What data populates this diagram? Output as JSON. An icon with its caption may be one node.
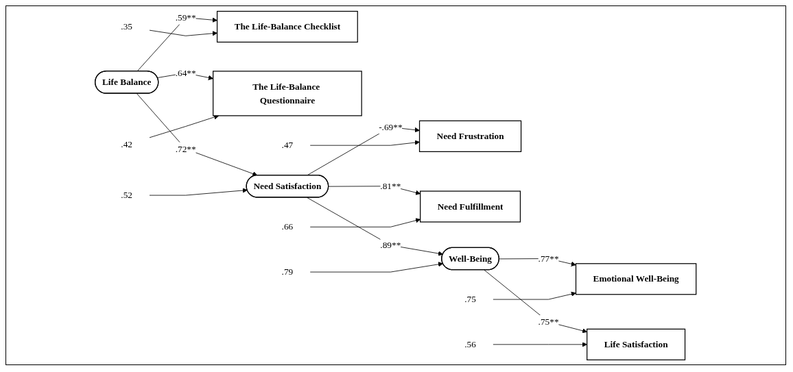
{
  "diagram": {
    "nodes": [
      {
        "text": [
          "Life Balance"
        ]
      },
      {
        "text": [
          "The Life-Balance Checklist"
        ]
      },
      {
        "text": [
          "The Life-Balance Questionnaire"
        ]
      },
      {
        "text": [
          "Need Satisfaction"
        ]
      },
      {
        "text": [
          "Need Frustration"
        ]
      },
      {
        "text": [
          "Need Fulfillment"
        ]
      },
      {
        "text": [
          "Well-Being"
        ]
      },
      {
        "text": [
          "Emotional Well-Being"
        ]
      },
      {
        "text": [
          "Life Satisfaction"
        ]
      },
      {
        "text": [
          ".35"
        ]
      },
      {
        "text": [
          ".42"
        ]
      },
      {
        "text": [
          ".52"
        ]
      },
      {
        "text": [
          ".47"
        ]
      },
      {
        "text": [
          ".66"
        ]
      },
      {
        "text": [
          ".79"
        ]
      },
      {
        "text": [
          ".75"
        ]
      },
      {
        "text": [
          ".56"
        ]
      }
    ],
    "edges": [
      {
        "from": 0,
        "to": 1,
        "arrow": "to",
        "label": ".59**"
      },
      {
        "from": 0,
        "to": 2,
        "arrow": "to",
        "label": ".64**"
      },
      {
        "from": 0,
        "to": 3,
        "arrow": "to",
        "label": ".72**"
      },
      {
        "from": 3,
        "to": 4,
        "arrow": "to",
        "label": "-.69**"
      },
      {
        "from": 3,
        "to": 5,
        "arrow": "to",
        "label": ".81**"
      },
      {
        "from": 3,
        "to": 6,
        "arrow": "to",
        "label": ".89**"
      },
      {
        "from": 6,
        "to": 7,
        "arrow": "to",
        "label": ".77**"
      },
      {
        "from": 6,
        "to": 8,
        "arrow": "to",
        "label": ".75**"
      },
      {
        "from": 9,
        "to": 1,
        "arrow": "to"
      },
      {
        "from": 10,
        "to": 2,
        "arrow": "to"
      },
      {
        "from": 11,
        "to": 3,
        "arrow": "to"
      },
      {
        "from": 12,
        "to": 4,
        "arrow": "to"
      },
      {
        "from": 13,
        "to": 5,
        "arrow": "to"
      },
      {
        "from": 14,
        "to": 6,
        "arrow": "to"
      },
      {
        "from": 15,
        "to": 7,
        "arrow": "to"
      },
      {
        "from": 16,
        "to": 8,
        "arrow": "to"
      }
    ]
  }
}
